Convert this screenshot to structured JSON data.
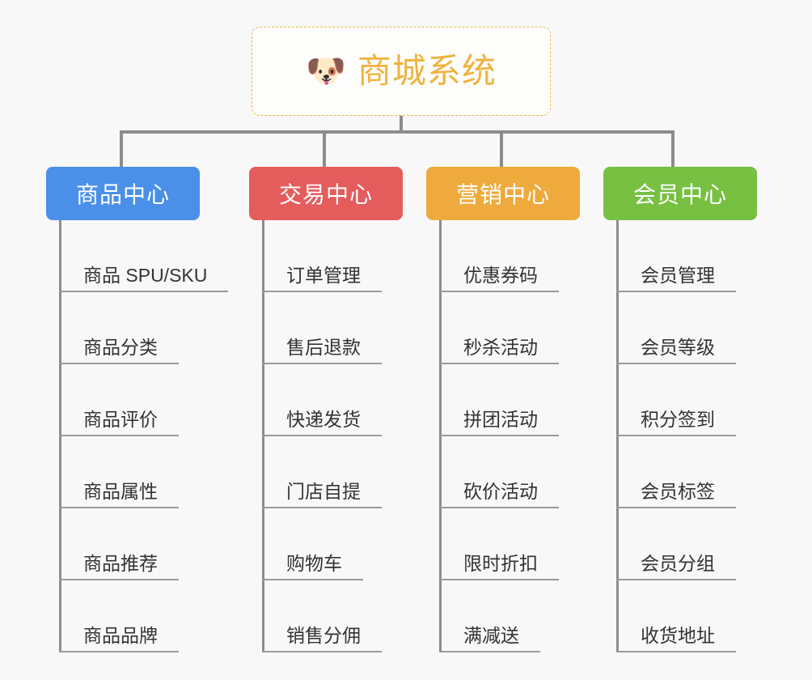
{
  "page": {
    "background_color": "#f8f8f8",
    "type": "mindmap"
  },
  "root": {
    "title": "商城系统",
    "icon": "dog-face-emoji",
    "emoji": "🐶",
    "text_color": "#efb33f",
    "border_color": "#e8b84b",
    "background_color": "#fdfdfc"
  },
  "connector_color": "#8c8c8c",
  "categories": [
    {
      "label": "商品中心",
      "color": "#4a90e8",
      "items": [
        "商品 SPU/SKU",
        "商品分类",
        "商品评价",
        "商品属性",
        "商品推荐",
        "商品品牌"
      ]
    },
    {
      "label": "交易中心",
      "color": "#e45c5c",
      "items": [
        "订单管理",
        "售后退款",
        "快递发货",
        "门店自提",
        "购物车",
        "销售分佣"
      ]
    },
    {
      "label": "营销中心",
      "color": "#eeaa3c",
      "items": [
        "优惠券码",
        "秒杀活动",
        "拼团活动",
        "砍价活动",
        "限时折扣",
        "满减送"
      ]
    },
    {
      "label": "会员中心",
      "color": "#77c042",
      "items": [
        "会员管理",
        "会员等级",
        "积分签到",
        "会员标签",
        "会员分组",
        "收货地址"
      ]
    }
  ]
}
